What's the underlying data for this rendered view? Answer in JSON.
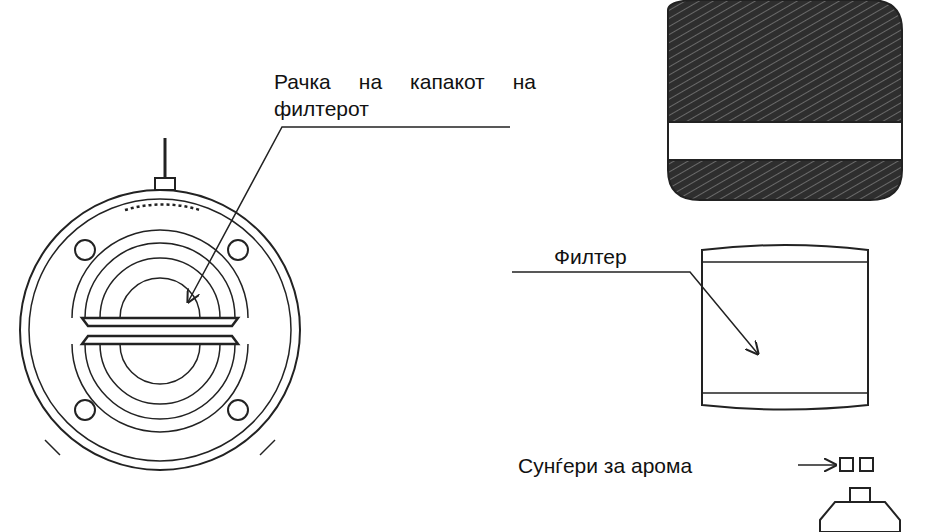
{
  "diagram": {
    "labels": [
      "Рачка на капакот на филтерот",
      "Филтер",
      "Сунѓери за арома"
    ]
  }
}
